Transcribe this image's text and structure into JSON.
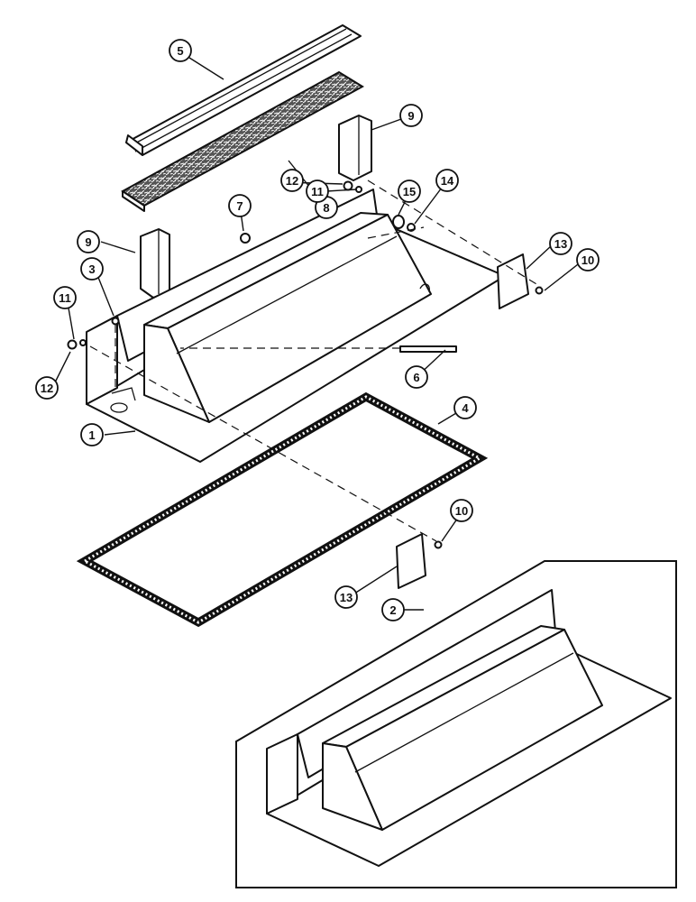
{
  "callouts": [
    {
      "id": "1",
      "label": "1"
    },
    {
      "id": "2",
      "label": "2"
    },
    {
      "id": "3",
      "label": "3"
    },
    {
      "id": "4",
      "label": "4"
    },
    {
      "id": "5",
      "label": "5"
    },
    {
      "id": "6",
      "label": "6"
    },
    {
      "id": "7",
      "label": "7"
    },
    {
      "id": "8",
      "label": "8"
    },
    {
      "id": "9a",
      "label": "9"
    },
    {
      "id": "9b",
      "label": "9"
    },
    {
      "id": "10a",
      "label": "10"
    },
    {
      "id": "10b",
      "label": "10"
    },
    {
      "id": "11a",
      "label": "11"
    },
    {
      "id": "11b",
      "label": "11"
    },
    {
      "id": "12a",
      "label": "12"
    },
    {
      "id": "12b",
      "label": "12"
    },
    {
      "id": "13a",
      "label": "13"
    },
    {
      "id": "13b",
      "label": "13"
    },
    {
      "id": "14",
      "label": "14"
    },
    {
      "id": "15",
      "label": "15"
    }
  ]
}
